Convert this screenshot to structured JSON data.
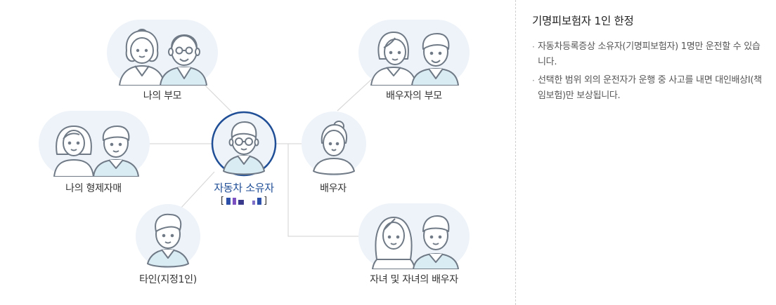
{
  "diagram": {
    "owner": {
      "label": "자동차 소유자",
      "sub_open": "[",
      "sub_close": "]"
    },
    "nodes": {
      "my_parents": "나의 부모",
      "my_siblings": "나의 형제자매",
      "other_designated": "타인(지정1인)",
      "spouse": "배우자",
      "spouse_parents": "배우자의 부모",
      "children_and_spouses": "자녀 및 자녀의 배우자"
    },
    "colors": {
      "bubble": "#eef3f9",
      "accent": "#1f4e96",
      "skin": "#ffffff",
      "hair": "#eef3f9",
      "clothes": "#d9ecf4",
      "stroke": "#6f7a86",
      "line": "#d9d9d9"
    },
    "icons": [
      "grandmother-icon",
      "grandfather-icon",
      "woman-icon",
      "man-icon",
      "owner-man-glasses-icon",
      "boy-icon",
      "spouse-woman-icon",
      "long-hair-woman-icon",
      "young-man-icon"
    ]
  },
  "panel": {
    "title": "기명피보험자 1인 한정",
    "notes": [
      "자동차등록증상 소유자(기명피보험자) 1명만 운전할 수 있습니다.",
      "선택한 범위 외의 운전자가 운행 중 사고를 내면 대인배상I(책임보험)만 보상됩니다."
    ]
  }
}
